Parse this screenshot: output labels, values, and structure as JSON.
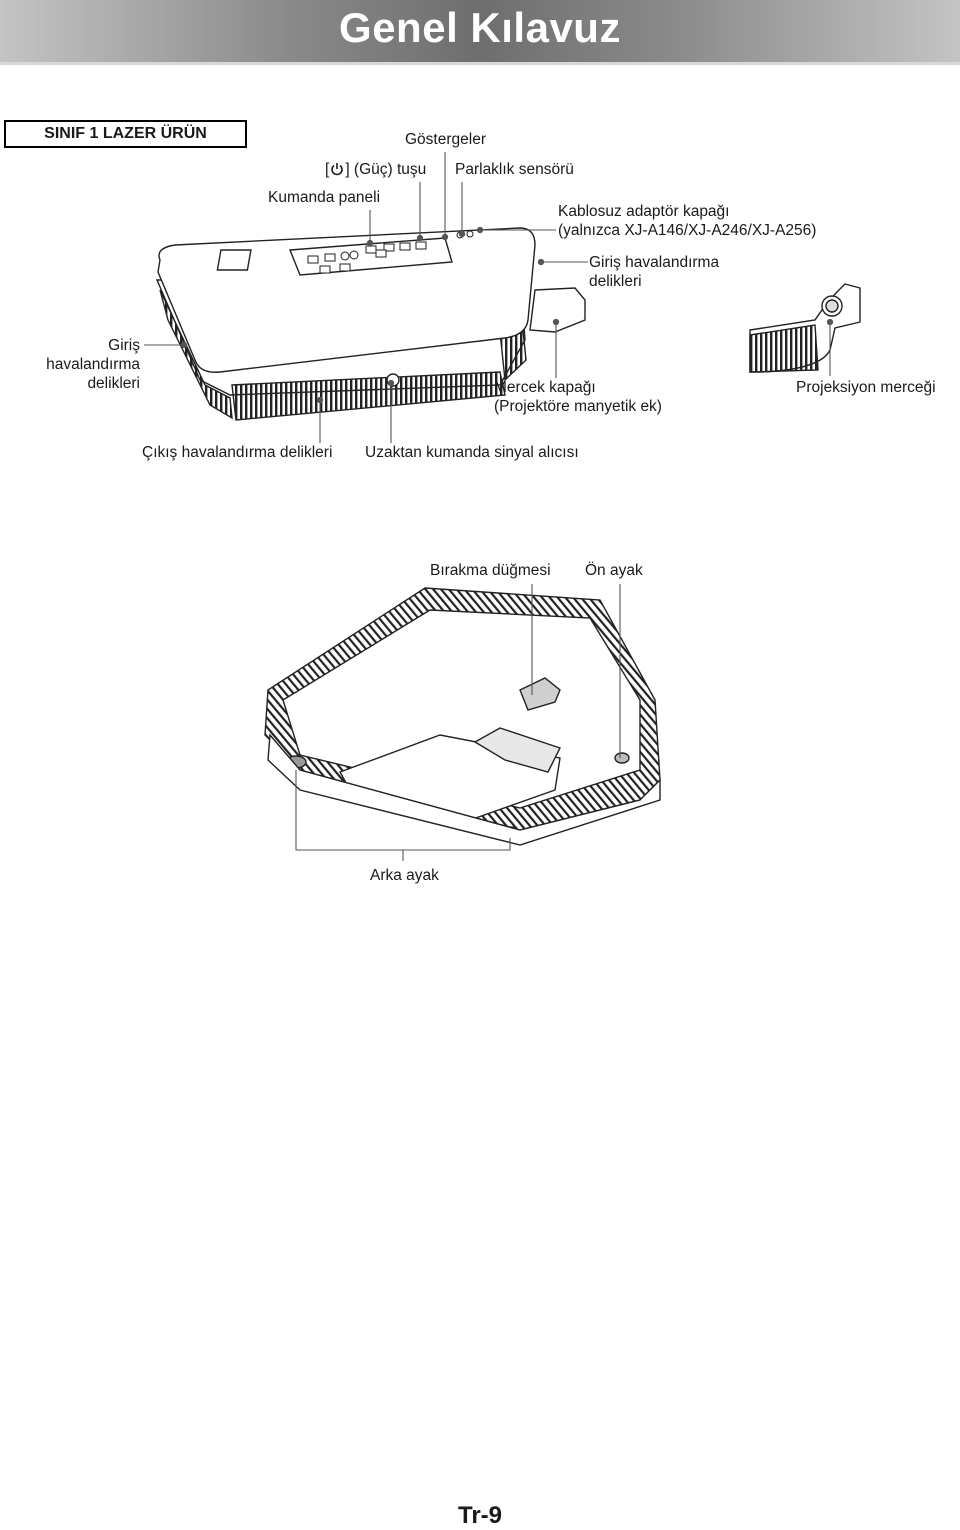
{
  "header": {
    "title": "Genel Kılavuz"
  },
  "laser_label": "SINIF 1 LAZER ÜRÜN",
  "callouts": {
    "indicators": "Göstergeler",
    "power_key_open": "[",
    "power_key_close": "] (Güç) tuşu",
    "brightness_sensor": "Parlaklık sensörü",
    "control_panel": "Kumanda paneli",
    "wireless_cover_1": "Kablosuz adaptör kapağı",
    "wireless_cover_2": "(yalnızca XJ-A146/XJ-A246/XJ-A256)",
    "intake_right_1": "Giriş havalandırma",
    "intake_right_2": "delikleri",
    "intake_left_1": "Giriş",
    "intake_left_2": "havalandırma",
    "intake_left_3": "delikleri",
    "lens_cover_1": "Mercek kapağı",
    "lens_cover_2": "(Projektöre manyetik ek)",
    "projection_lens": "Projeksiyon merceği",
    "exhaust_vents": "Çıkış havalandırma delikleri",
    "remote_receiver": "Uzaktan kumanda sinyal alıcısı",
    "release_button": "Bırakma düğmesi",
    "front_foot": "Ön ayak",
    "rear_foot": "Arka ayak"
  },
  "icons": {
    "power": "power-icon"
  },
  "page_number": "Tr-9"
}
